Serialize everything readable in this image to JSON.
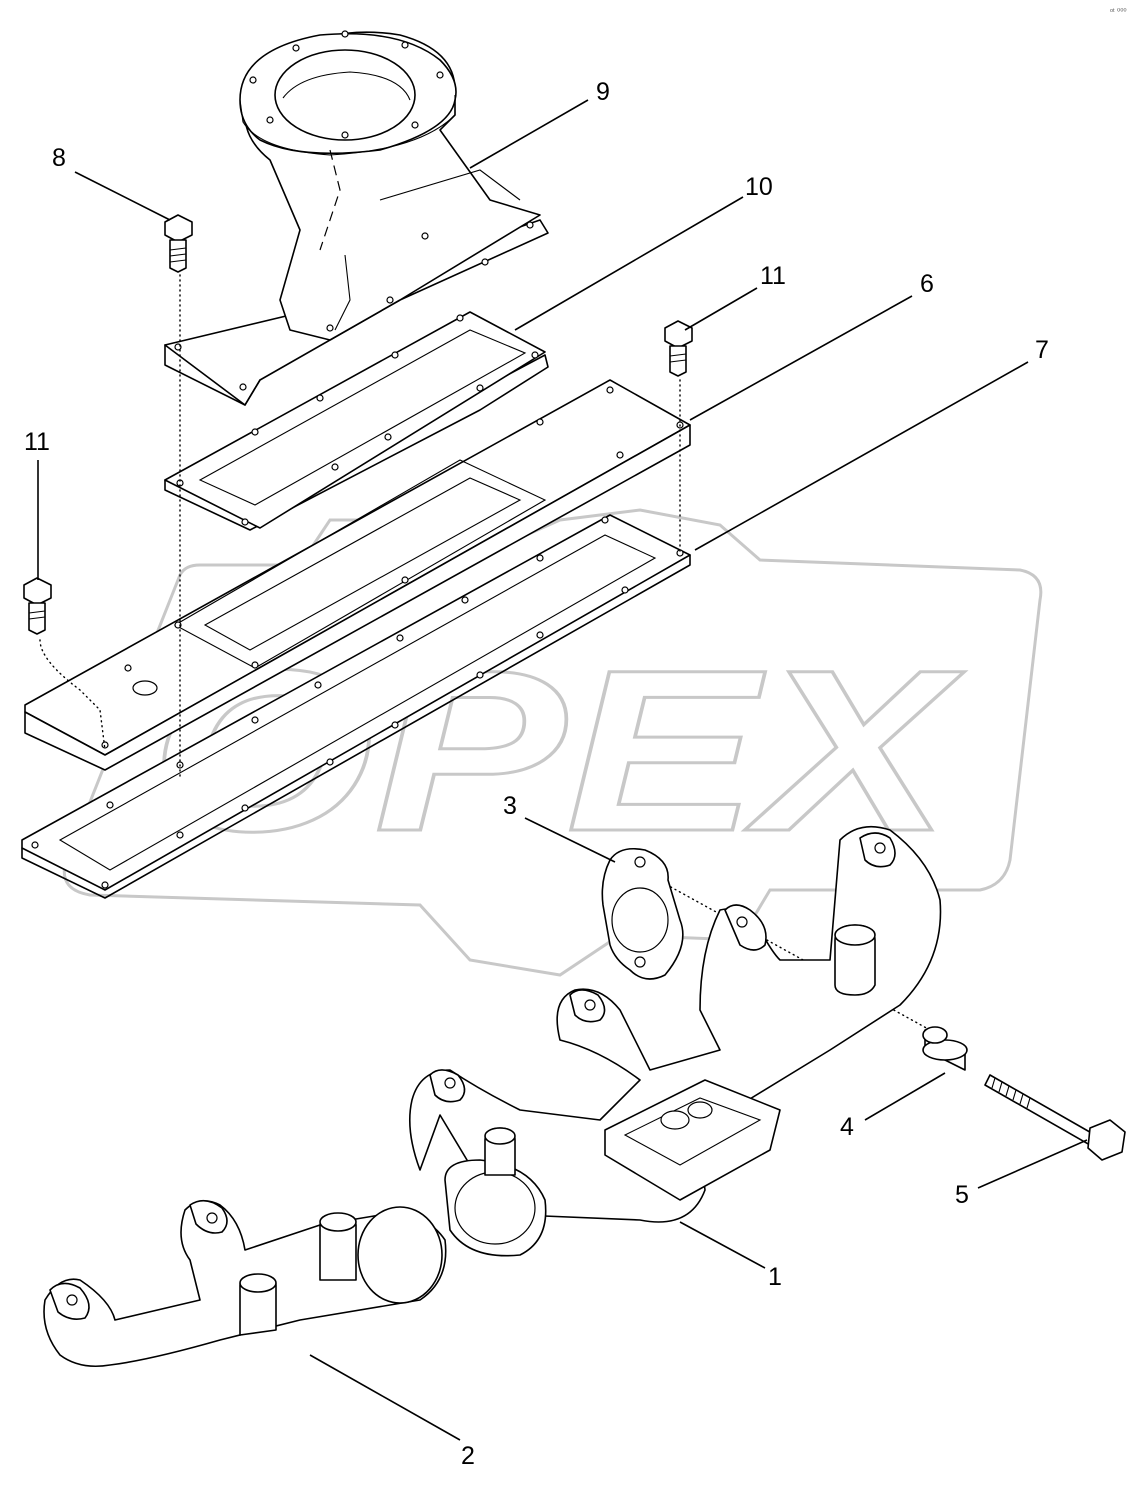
{
  "diagram": {
    "type": "exploded-parts-view",
    "callouts": [
      {
        "id": "1",
        "label": "1"
      },
      {
        "id": "2",
        "label": "2"
      },
      {
        "id": "3",
        "label": "3"
      },
      {
        "id": "4",
        "label": "4"
      },
      {
        "id": "5",
        "label": "5"
      },
      {
        "id": "6",
        "label": "6"
      },
      {
        "id": "7",
        "label": "7"
      },
      {
        "id": "8",
        "label": "8"
      },
      {
        "id": "9",
        "label": "9"
      },
      {
        "id": "10",
        "label": "10"
      },
      {
        "id": "11a",
        "label": "11"
      },
      {
        "id": "11b",
        "label": "11"
      }
    ],
    "watermark": "OPEX",
    "corner_mark": "ᵒᵗ ⁰⁰⁰"
  },
  "colors": {
    "ink": "#000000",
    "watermark": "#c8c8c8",
    "background": "#ffffff"
  }
}
